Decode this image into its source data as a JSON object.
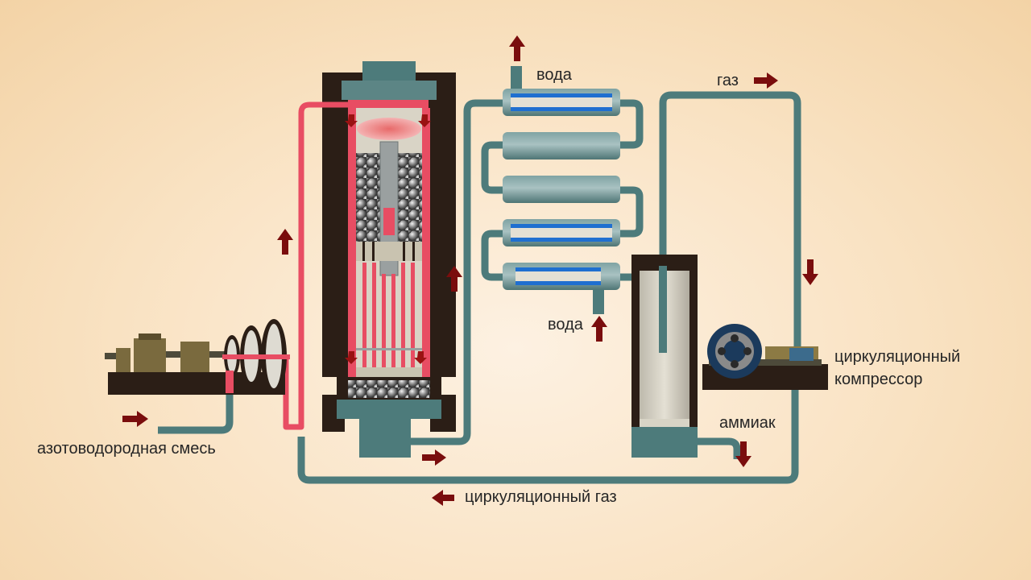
{
  "labels": {
    "water_top": "вода",
    "water_bottom": "вода",
    "gas": "газ",
    "compressor_line1": "циркуляционный",
    "compressor_line2": "компрессор",
    "ammonia": "аммиак",
    "feed_mixture": "азотоводородная смесь",
    "circulating_gas": "циркуляционный газ"
  },
  "colors": {
    "pipe": "#4d7b7b",
    "hot_pipe": "#e84d63",
    "vessel_dark": "#2b1e16",
    "arrow": "#7a0d0d",
    "cooler_stripe": "#1f6fd0"
  }
}
